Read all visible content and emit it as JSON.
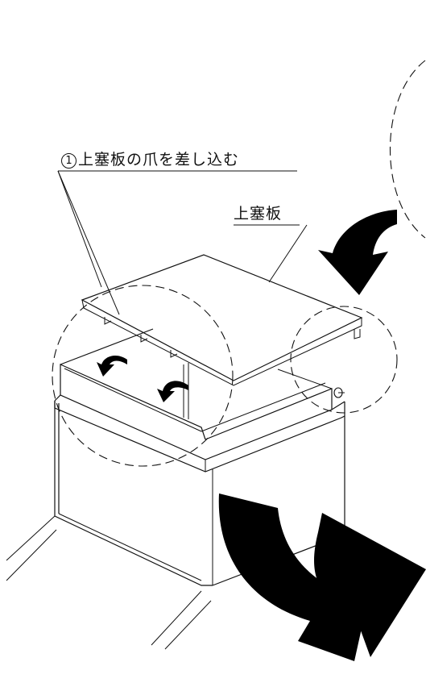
{
  "diagram": {
    "step_label": {
      "number": "1",
      "text": "上塞板の爪を差し込む"
    },
    "part_label": "上塞板"
  }
}
